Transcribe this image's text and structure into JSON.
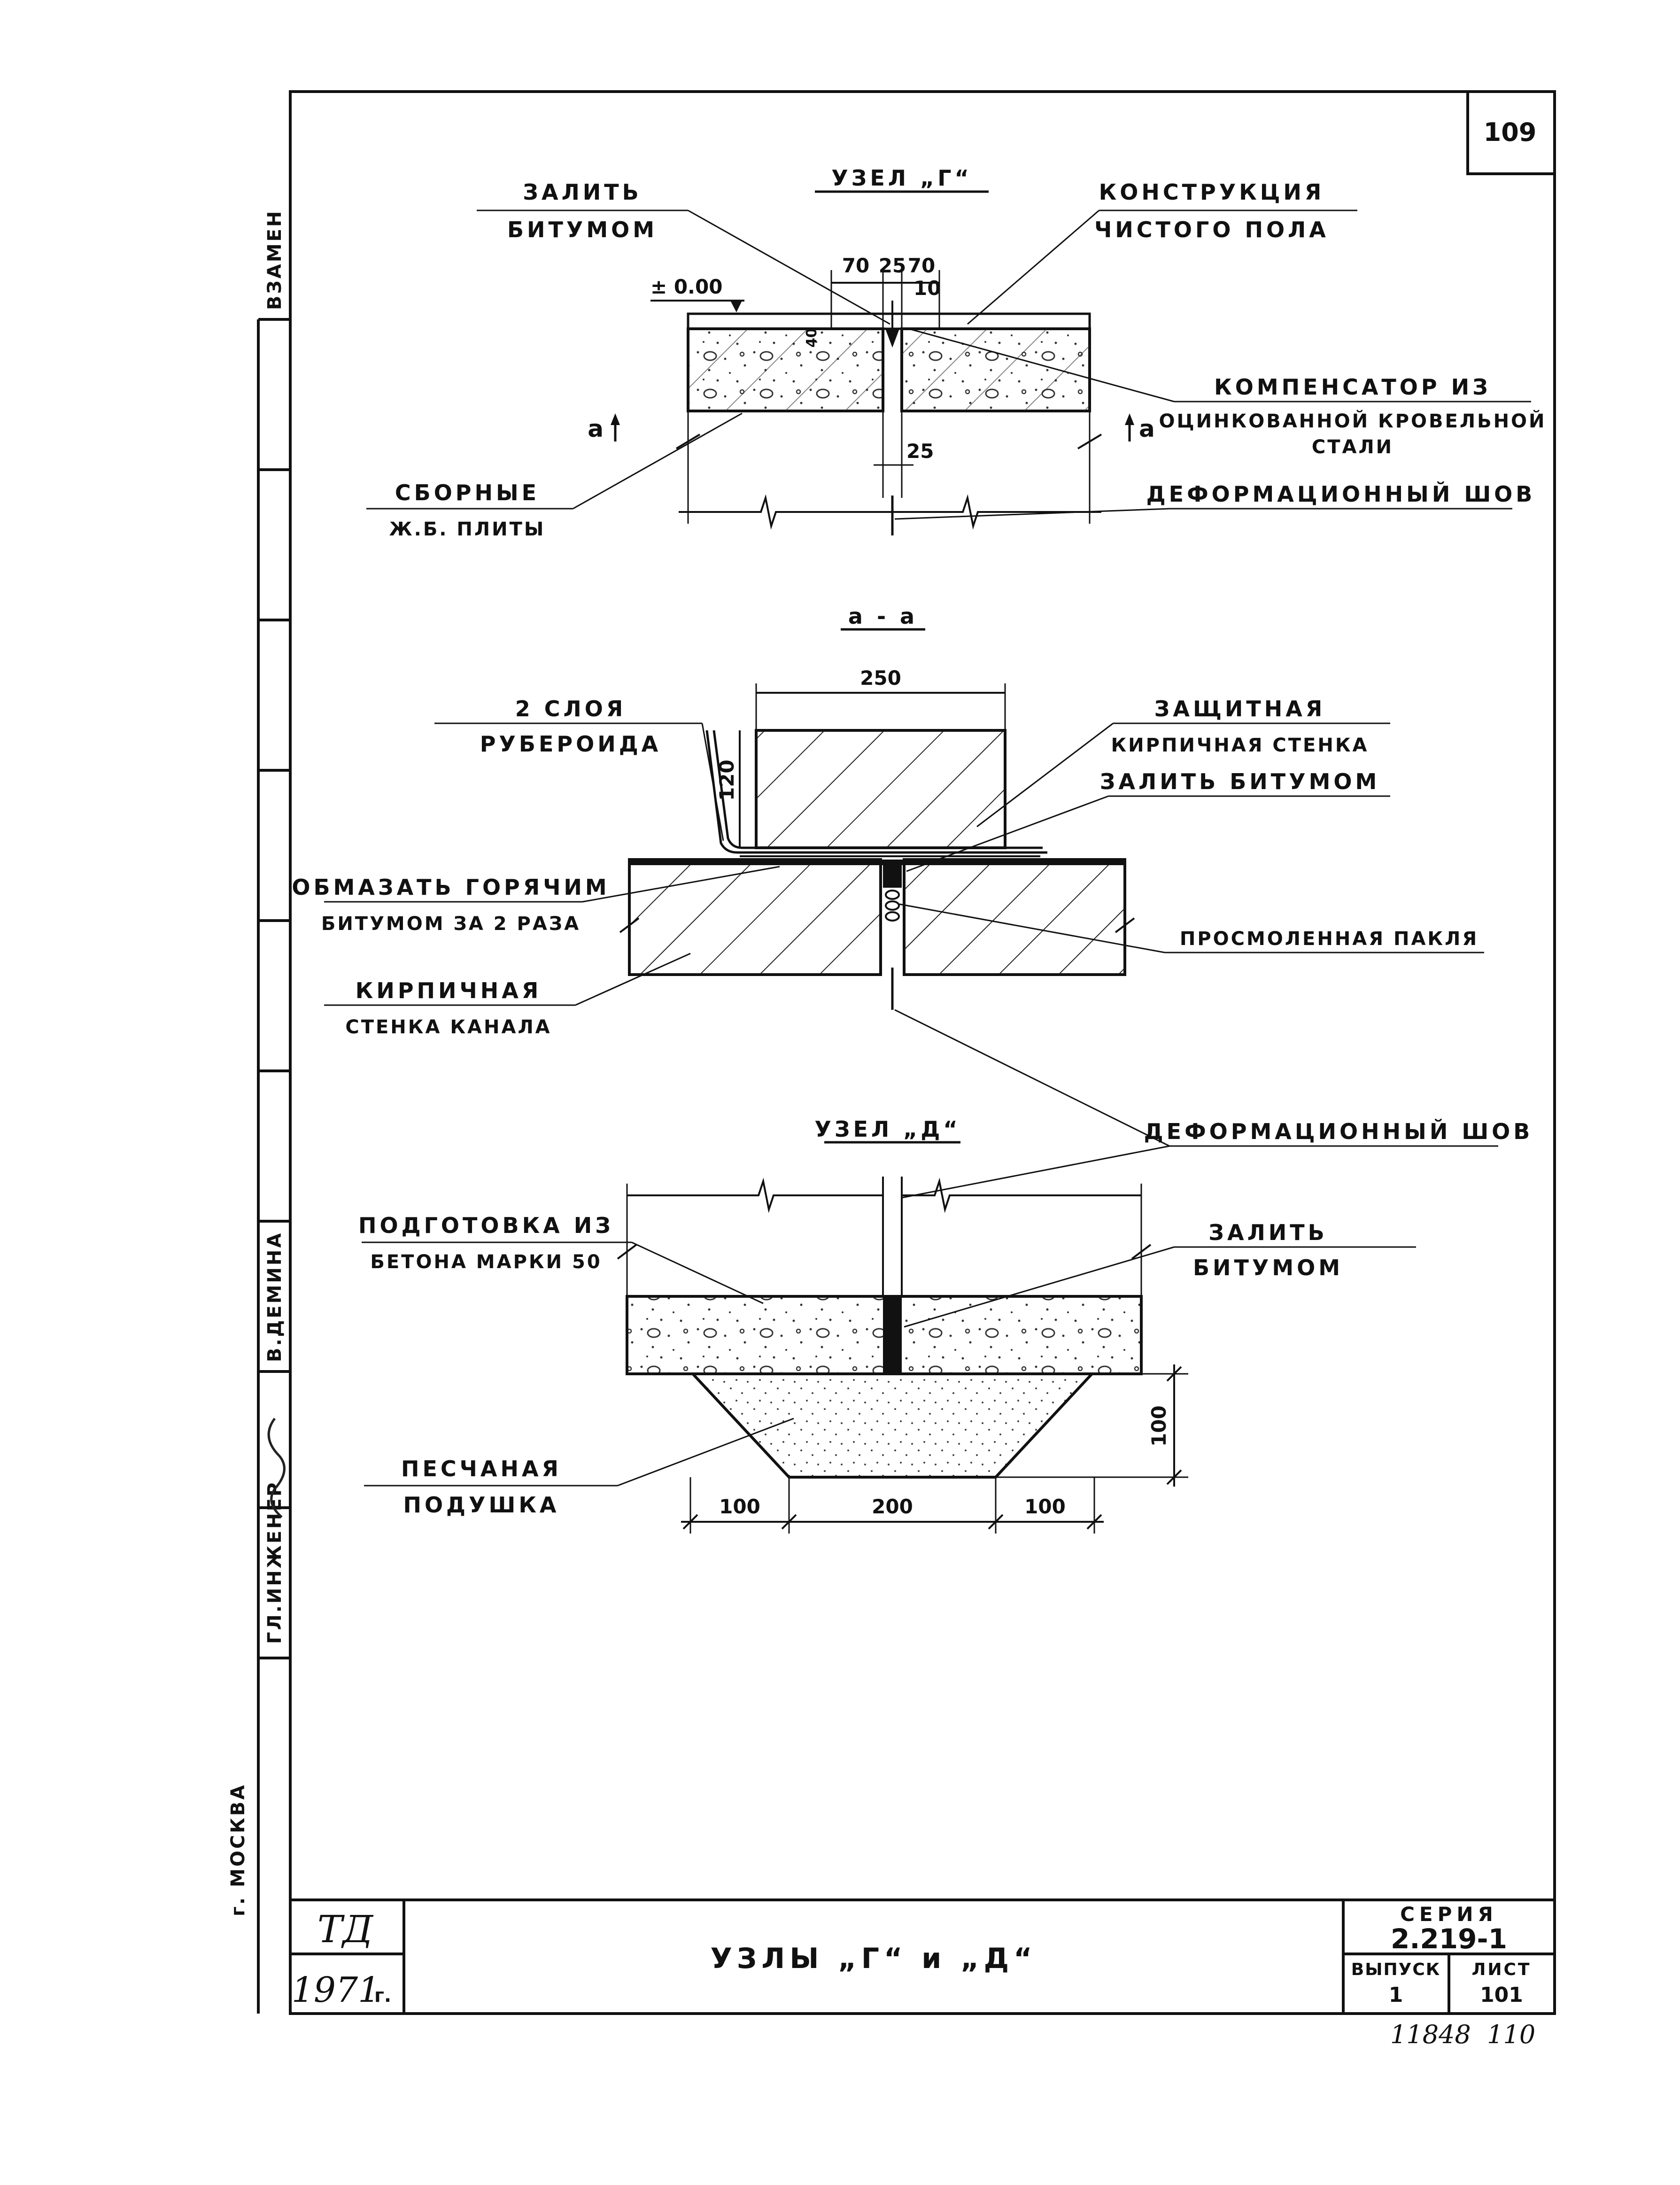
{
  "sheet": {
    "page_number": "109",
    "handwritten_number": "11848  110",
    "side_labels": {
      "replaces": "ВЗАМЕН",
      "author": "В.ДЕМИНА",
      "role": "ГЛ.ИНЖЕНЕР",
      "city": "г. МОСКВА"
    }
  },
  "title_block": {
    "org": "ТД",
    "year": "1971",
    "year_suffix": "г.",
    "title": "УЗЛЫ „Г“ и „Д“",
    "series_label": "СЕРИЯ",
    "series_value": "2.219-1",
    "issue_label": "ВЫПУСК",
    "issue_value": "1",
    "sheet_label": "ЛИСТ",
    "sheet_value": "101"
  },
  "node_g": {
    "title": "УЗЕЛ „Г“",
    "label_fill_1": "ЗАЛИТЬ",
    "label_fill_2": "БИТУМОМ",
    "label_floor_1": "КОНСТРУКЦИЯ",
    "label_floor_2": "ЧИСТОГО ПОЛА",
    "label_comp_1": "КОМПЕНСАТОР ИЗ",
    "label_comp_2": "ОЦИНКОВАННОЙ КРОВЕЛЬНОЙ",
    "label_comp_3": "СТАЛИ",
    "label_slabs_1": "СБОРНЫЕ",
    "label_slabs_2": "Ж.Б. ПЛИТЫ",
    "label_joint": "ДЕФОРМАЦИОННЫЙ ШОВ",
    "level": "± 0.00",
    "dim_70a": "70",
    "dim_25": "25",
    "dim_70b": "70",
    "dim_10": "10",
    "dim_40": "40",
    "dim_25b": "25",
    "section_mark_left": "а",
    "section_mark_right": "а"
  },
  "section_aa": {
    "title": "а - а",
    "dim_250": "250",
    "dim_120": "120",
    "label_roof_1": "2 СЛОЯ",
    "label_roof_2": "РУБЕРОИДА",
    "label_wall_1": "ЗАЩИТНАЯ",
    "label_wall_2": "КИРПИЧНАЯ СТЕНКА",
    "label_bitumen": "ЗАЛИТЬ БИТУМОМ",
    "label_coat_1": "ОБМАЗАТЬ ГОРЯЧИМ",
    "label_coat_2": "БИТУМОМ ЗА 2 РАЗА",
    "label_tow": "ПРОСМОЛЕННАЯ ПАКЛЯ",
    "label_brick_1": "КИРПИЧНАЯ",
    "label_brick_2": "СТЕНКА КАНАЛА"
  },
  "node_d": {
    "title": "УЗЕЛ „Д“",
    "label_joint": "ДЕФОРМАЦИОННЫЙ ШОВ",
    "label_prep_1": "ПОДГОТОВКА ИЗ",
    "label_prep_2": "БЕТОНА МАРКИ 50",
    "label_fill_1": "ЗАЛИТЬ",
    "label_fill_2": "БИТУМОМ",
    "label_sand_1": "ПЕСЧАНАЯ",
    "label_sand_2": "ПОДУШКА",
    "dim_100_left": "100",
    "dim_200": "200",
    "dim_100_right": "100",
    "dim_100_height": "100"
  }
}
